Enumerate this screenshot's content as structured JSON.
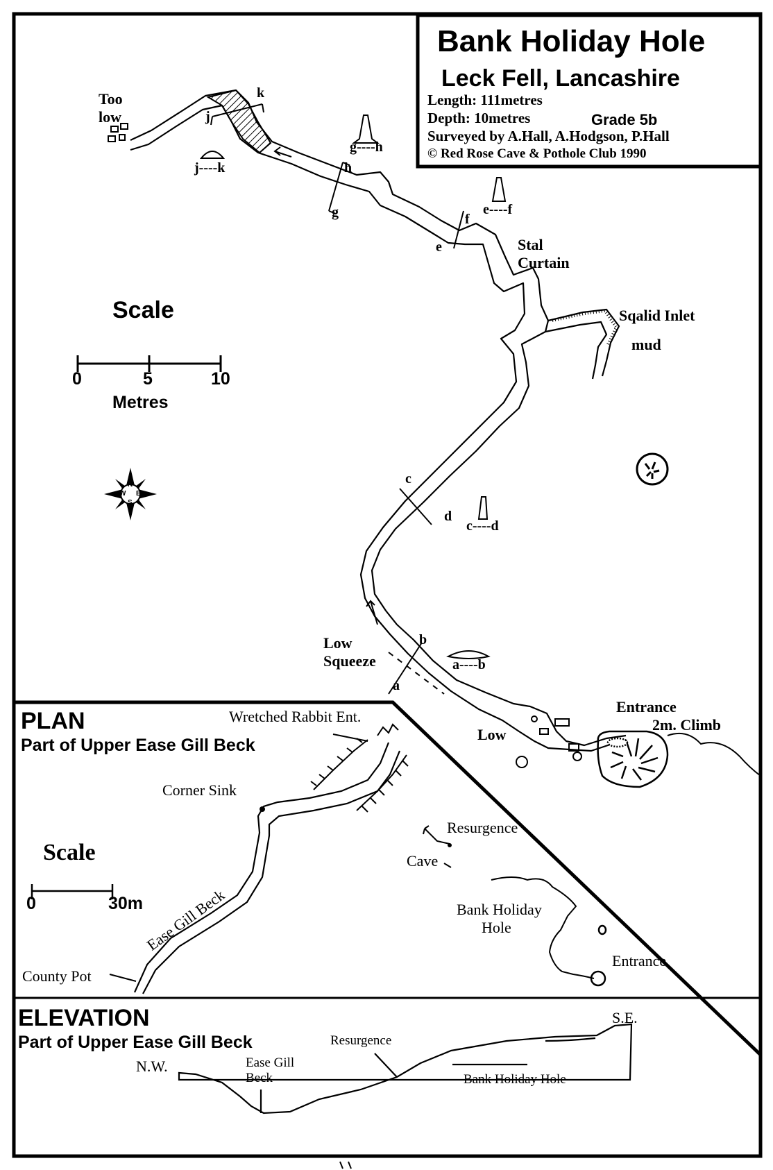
{
  "title": {
    "name": "Bank Holiday Hole",
    "location": "Leck Fell, Lancashire",
    "length": "Length:  111metres",
    "depth": "Depth:  10metres",
    "grade": "Grade  5b",
    "surveyors": "Surveyed by A.Hall, A.Hodgson, P.Hall",
    "copyright": "© Red Rose Cave & Pothole Club 1990"
  },
  "cave_survey": {
    "labels": {
      "too_low": [
        "Too",
        "low"
      ],
      "stal_curtain": [
        "Stal",
        "Curtain"
      ],
      "squalid_inlet": "Sqalid Inlet",
      "mud": "mud",
      "low_squeeze": [
        "Low",
        "Squeeze"
      ],
      "low": "Low",
      "entrance": "Entrance",
      "climb": "2m. Climb"
    },
    "sections": {
      "jk": "j----k",
      "gh": "g----h",
      "ef": "e----f",
      "cd": "c----d",
      "ab": "a----b"
    },
    "section_letters": [
      "k",
      "j",
      "h",
      "g",
      "f",
      "e",
      "c",
      "d",
      "b",
      "a"
    ],
    "scale": {
      "title": "Scale",
      "ticks": [
        "0",
        "5",
        "10"
      ],
      "unit": "Metres"
    },
    "compass": {
      "letters": [
        "N",
        "E",
        "S",
        "W"
      ]
    }
  },
  "plan_inset": {
    "heading": "PLAN",
    "subheading": "Part of Upper Ease Gill Beck",
    "labels": {
      "wretched_rabbit": "Wretched Rabbit Ent.",
      "corner_sink": "Corner  Sink",
      "resurgence": "Resurgence",
      "cave": "Cave",
      "bank_holiday_hole": [
        "Bank Holiday",
        "Hole"
      ],
      "entrance": "Entrance",
      "ease_gill_beck": "Ease Gill Beck",
      "county_pot": "County Pot"
    },
    "scale": {
      "title": "Scale",
      "ticks": [
        "0",
        "30m"
      ]
    }
  },
  "elevation_inset": {
    "heading": "ELEVATION",
    "subheading": "Part of Upper Ease Gill Beck",
    "labels": {
      "nw": "N.W.",
      "se": "S.E.",
      "resurgence": "Resurgence",
      "ease_gill_beck": [
        "Ease Gill",
        "Beck"
      ],
      "bank_holiday_hole": "Bank Holiday Hole"
    }
  },
  "footer_mark": "\""
}
